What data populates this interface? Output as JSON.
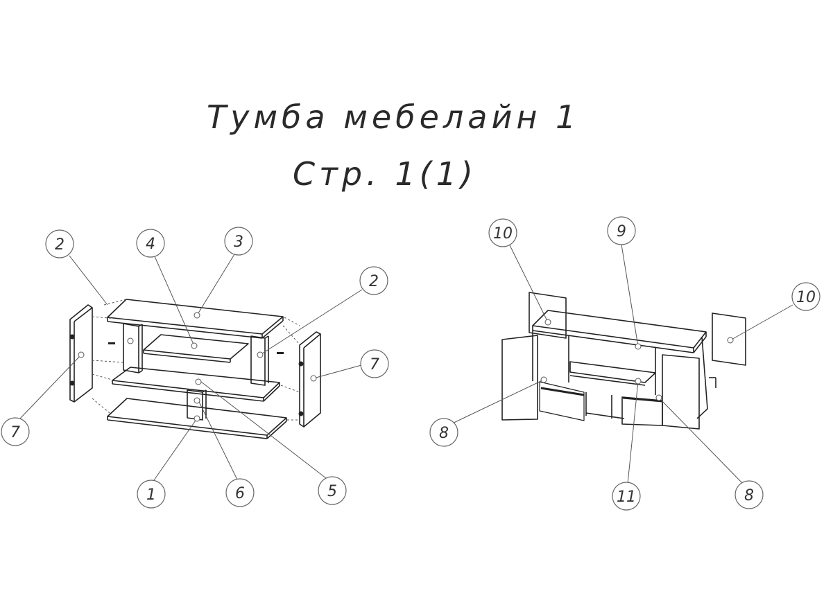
{
  "title": "Тумба мебелайн 1",
  "subtitle": "Стр. 1(1)",
  "colors": {
    "line": "#222222",
    "callout": "#555555",
    "paper": "#ffffff"
  },
  "left_view": {
    "callouts": [
      "2",
      "4",
      "3",
      "2",
      "7",
      "7",
      "1",
      "6",
      "5"
    ]
  },
  "right_view": {
    "callouts": [
      "10",
      "9",
      "10",
      "8",
      "11",
      "8"
    ]
  }
}
